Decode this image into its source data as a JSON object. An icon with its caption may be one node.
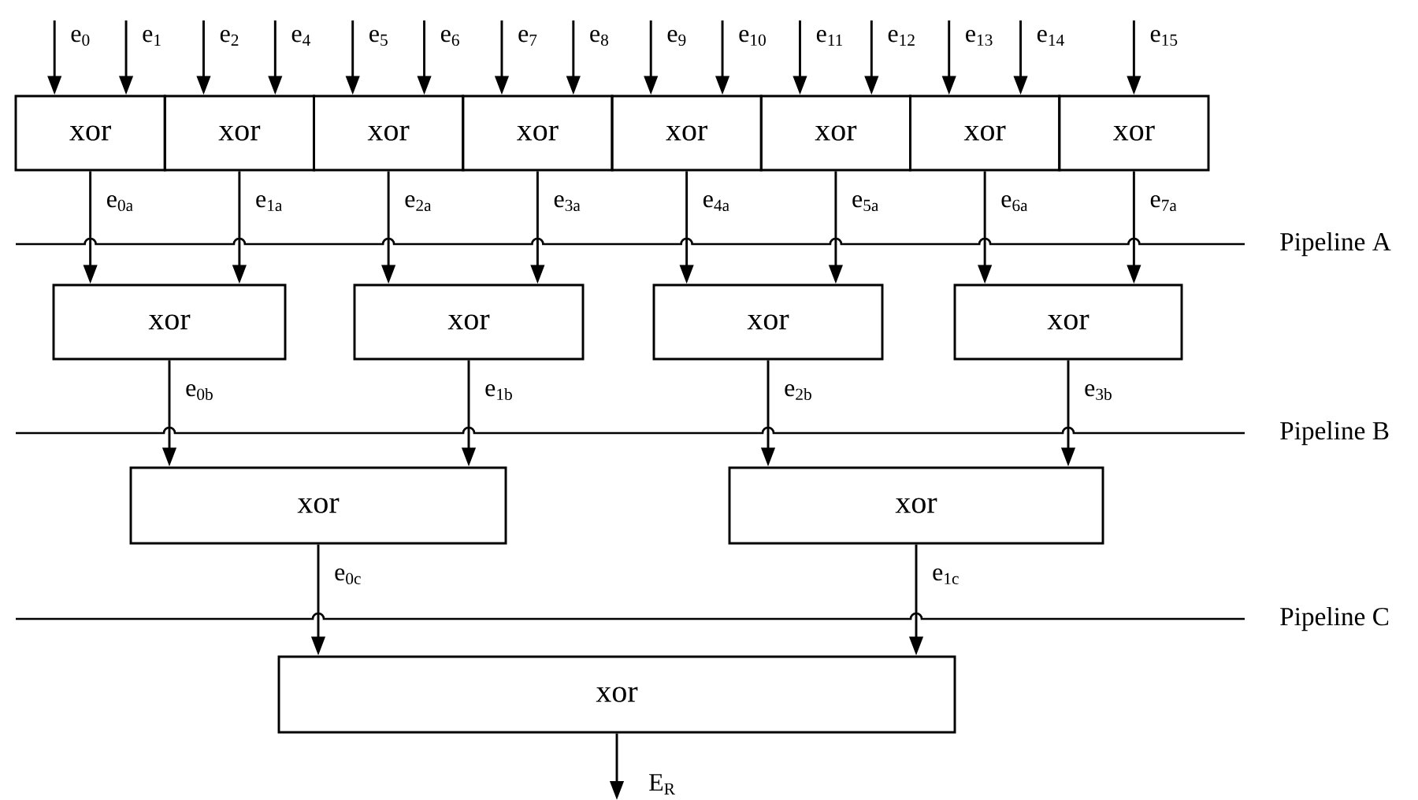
{
  "diagram": {
    "nodes": [
      {
        "text": [
          "xor"
        ]
      },
      {
        "text": [
          "xor"
        ]
      },
      {
        "text": [
          "xor"
        ]
      },
      {
        "text": [
          "xor"
        ]
      },
      {
        "text": [
          "xor"
        ]
      },
      {
        "text": [
          "xor"
        ]
      },
      {
        "text": [
          "xor"
        ]
      },
      {
        "text": [
          "xor"
        ]
      },
      {
        "text": [
          "xor"
        ]
      },
      {
        "text": [
          "xor"
        ]
      },
      {
        "text": [
          "xor"
        ]
      },
      {
        "text": [
          "xor"
        ]
      },
      {
        "text": [
          "xor"
        ]
      },
      {
        "text": [
          "xor"
        ]
      },
      {
        "text": [
          "xor"
        ]
      }
    ],
    "edges": [
      {
        "from": null,
        "to": 0,
        "arrow": "to",
        "label": "e$_{0}$"
      },
      {
        "from": null,
        "to": 0,
        "arrow": "to",
        "label": "e$_{1}$"
      },
      {
        "from": null,
        "to": 1,
        "arrow": "to",
        "label": "e$_{2}$"
      },
      {
        "from": null,
        "to": 1,
        "arrow": "to",
        "label": "e$_{4}$"
      },
      {
        "from": null,
        "to": 2,
        "arrow": "to",
        "label": "e$_{5}$"
      },
      {
        "from": null,
        "to": 2,
        "arrow": "to",
        "label": "e$_{6}$"
      },
      {
        "from": null,
        "to": 3,
        "arrow": "to",
        "label": "e$_{7}$"
      },
      {
        "from": null,
        "to": 3,
        "arrow": "to",
        "label": "e$_{8}$"
      },
      {
        "from": null,
        "to": 4,
        "arrow": "to",
        "label": "e$_{9}$"
      },
      {
        "from": null,
        "to": 4,
        "arrow": "to",
        "label": "e$_{10}$"
      },
      {
        "from": null,
        "to": 5,
        "arrow": "to",
        "label": "e$_{11}$"
      },
      {
        "from": null,
        "to": 5,
        "arrow": "to",
        "label": "e$_{12}$"
      },
      {
        "from": null,
        "to": 6,
        "arrow": "to",
        "label": "e$_{13}$"
      },
      {
        "from": null,
        "to": 6,
        "arrow": "to",
        "label": "e$_{14}$"
      },
      {
        "from": null,
        "to": 7,
        "arrow": "to",
        "label": "e$_{15}$"
      },
      {
        "from": 0,
        "to": 8,
        "arrow": "to",
        "label": "e$_{0a}$"
      },
      {
        "from": 1,
        "to": 8,
        "arrow": "to",
        "label": "e$_{1a}$"
      },
      {
        "from": 2,
        "to": 9,
        "arrow": "to",
        "label": "e$_{2a}$"
      },
      {
        "from": 3,
        "to": 9,
        "arrow": "to",
        "label": "e$_{3a}$"
      },
      {
        "from": 4,
        "to": 10,
        "arrow": "to",
        "label": "e$_{4a}$"
      },
      {
        "from": 5,
        "to": 10,
        "arrow": "to",
        "label": "e$_{5a}$"
      },
      {
        "from": 6,
        "to": 11,
        "arrow": "to",
        "label": "e$_{6a}$"
      },
      {
        "from": 7,
        "to": 11,
        "arrow": "to",
        "label": "e$_{7a}$"
      },
      {
        "from": 8,
        "to": 12,
        "arrow": "to",
        "label": "e$_{0b}$"
      },
      {
        "from": 9,
        "to": 12,
        "arrow": "to",
        "label": "e$_{1b}$"
      },
      {
        "from": 10,
        "to": 13,
        "arrow": "to",
        "label": "e$_{2b}$"
      },
      {
        "from": 11,
        "to": 13,
        "arrow": "to",
        "label": "e$_{3b}$"
      },
      {
        "from": 12,
        "to": 14,
        "arrow": "to",
        "label": "e$_{0c}$"
      },
      {
        "from": 13,
        "to": 14,
        "arrow": "to",
        "label": "e$_{1c}$"
      },
      {
        "from": 14,
        "to": null,
        "arrow": "to",
        "label": "E$_{R}$"
      }
    ],
    "labels": [
      "Pipeline A",
      "Pipeline B",
      "Pipeline C"
    ]
  }
}
